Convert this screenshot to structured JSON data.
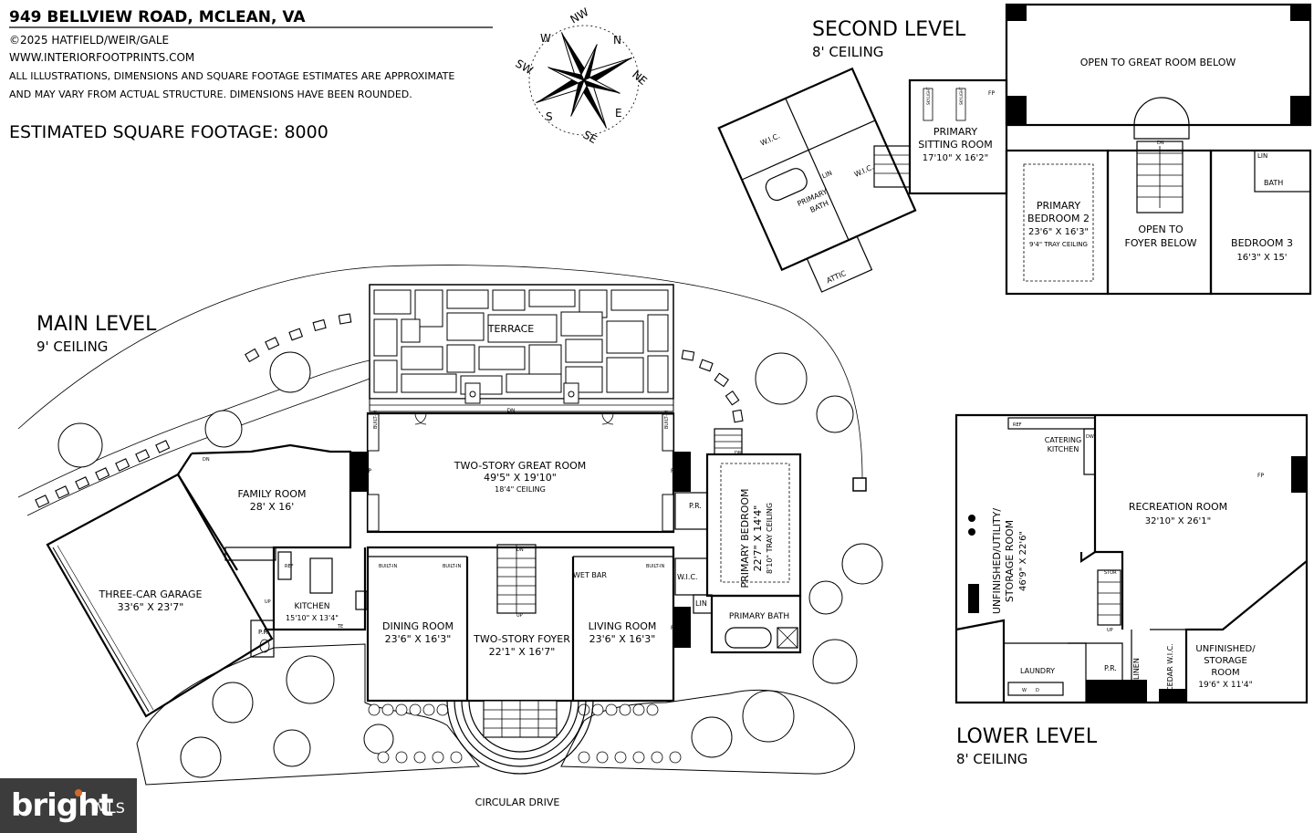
{
  "header": {
    "address": "949 BELLVIEW ROAD, MCLEAN, VA",
    "copyright": "©2025 HATFIELD/WEIR/GALE",
    "website": "WWW.INTERIORFOOTPRINTS.COM",
    "disclaimer_1": "ALL ILLUSTRATIONS, DIMENSIONS AND SQUARE FOOTAGE ESTIMATES ARE APPROXIMATE",
    "disclaimer_2": "AND MAY VARY FROM ACTUAL STRUCTURE. DIMENSIONS HAVE BEEN ROUNDED.",
    "square_footage": "ESTIMATED SQUARE FOOTAGE: 8000"
  },
  "compass": [
    "NW",
    "N",
    "NE",
    "E",
    "SE",
    "S",
    "SW",
    "W"
  ],
  "levels": {
    "main": {
      "title": "MAIN LEVEL",
      "ceiling": "9' CEILING"
    },
    "second": {
      "title": "SECOND LEVEL",
      "ceiling": "8' CEILING"
    },
    "lower": {
      "title": "LOWER LEVEL",
      "ceiling": "8' CEILING"
    }
  },
  "main_rooms": {
    "terrace": "TERRACE",
    "great_room": "TWO-STORY GREAT ROOM",
    "great_room_dim": "49'5\" X 19'10\"",
    "great_room_ceiling": "18'4\" CEILING",
    "family_room": "FAMILY ROOM",
    "family_room_dim": "28' X 16'",
    "garage": "THREE-CAR GARAGE",
    "garage_dim": "33'6\" X 23'7\"",
    "kitchen": "KITCHEN",
    "kitchen_dim": "15'10\" X 13'4\"",
    "dining": "DINING ROOM",
    "dining_dim": "23'6\" X 16'3\"",
    "foyer": "TWO-STORY FOYER",
    "foyer_dim": "22'1\" X 16'7\"",
    "living": "LIVING ROOM",
    "living_dim": "23'6\" X 16'3\"",
    "primary_bedroom": "PRIMARY BEDROOM",
    "primary_bedroom_dim": "22'7\" X 14'4\"",
    "primary_bedroom_ceiling": "8'10\" TRAY CEILING",
    "primary_bath": "PRIMARY BATH",
    "wet_bar": "WET BAR",
    "wic": "W.I.C.",
    "lin": "LIN",
    "pr": "P.R.",
    "circular_drive": "CIRCULAR DRIVE",
    "fp": "FP",
    "built_in": "BUILT-IN",
    "dn": "DN",
    "up": "UP",
    "ref": "REF",
    "dw": "DW",
    "te": "TE"
  },
  "second_rooms": {
    "open_great": "OPEN TO GREAT ROOM BELOW",
    "sitting": "PRIMARY",
    "sitting_2": "SITTING ROOM",
    "sitting_dim": "17'10\" X 16'2\"",
    "bed2": "PRIMARY",
    "bed2_b": "BEDROOM 2",
    "bed2_dim": "23'6\" X 16'3\"",
    "bed2_ceiling": "9'4\" TRAY CEILING",
    "open_foyer": "OPEN TO",
    "open_foyer_2": "FOYER BELOW",
    "bed3": "BEDROOM 3",
    "bed3_dim": "16'3\" X 15'",
    "bath": "BATH",
    "lin": "LIN",
    "wic": "W.I.C.",
    "primary_bath": "PRIMARY",
    "primary_bath_2": "BATH",
    "attic": "ATTIC",
    "skylight": "SKYLIGHT",
    "fp": "FP",
    "dn": "DN"
  },
  "lower_rooms": {
    "utility": "UNFINISHED/UTILITY/",
    "utility_2": "STORAGE ROOM",
    "utility_dim": "46'9\" X 22'6\"",
    "catering": "CATERING",
    "catering_2": "KITCHEN",
    "recreation": "RECREATION ROOM",
    "recreation_dim": "32'10\" X 26'1\"",
    "laundry": "LAUNDRY",
    "pr": "P.R.",
    "linen": "LINEN",
    "cedar": "CEDAR W.I.C.",
    "storage": "UNFINISHED/",
    "storage_2": "STORAGE",
    "storage_3": "ROOM",
    "storage_dim": "19'6\" X 11'4\"",
    "stor": "STOR",
    "ref": "REF",
    "dw": "DW",
    "fp": "FP",
    "up": "UP",
    "w": "W",
    "d": "D"
  },
  "badge": {
    "brand": "bright",
    "suffix": "MLS"
  }
}
